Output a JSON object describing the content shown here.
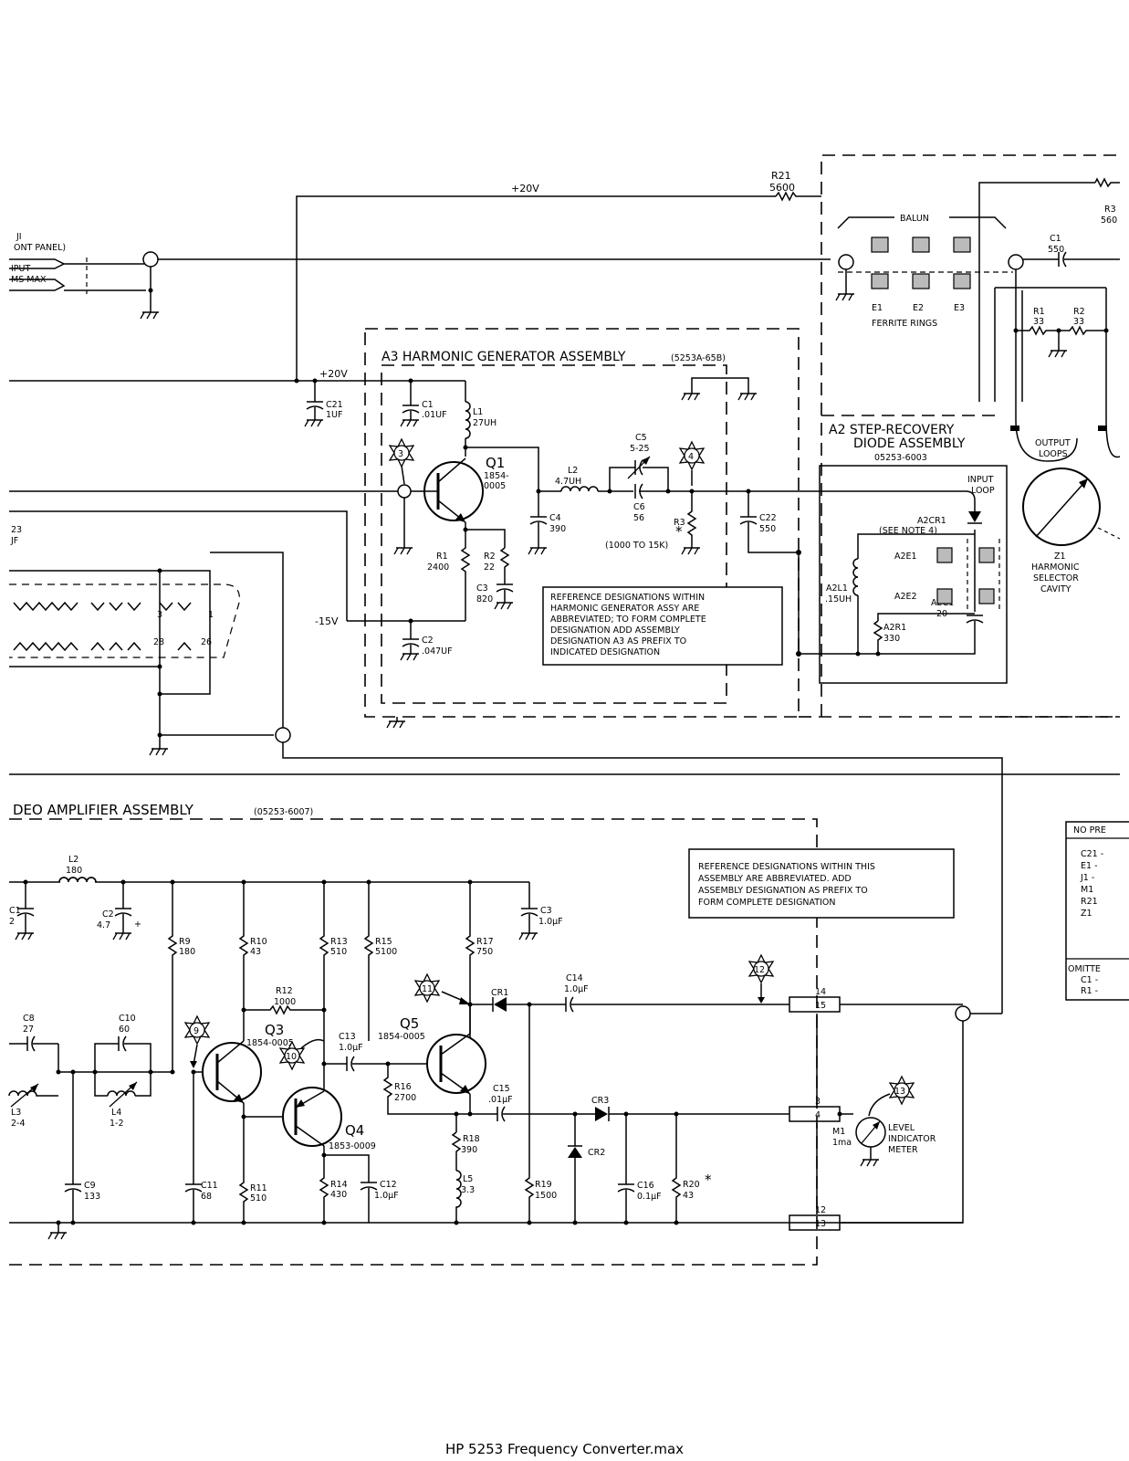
{
  "footer": "HP 5253 Frequency Converter.max",
  "top": {
    "j1": "JI",
    "front_panel": "ONT PANEL)",
    "input_a": "IPUT",
    "input_b": "MS MAX",
    "plus20v": "+20V",
    "plus20v_b": "+20V",
    "r21": "R21",
    "r21_v": "5600",
    "c21": "C21",
    "c21_v": "1UF",
    "minus15v": "-15V",
    "c23a": "23",
    "c23b": "JF",
    "pin3": "3",
    "pin1": "1",
    "pin28": "28",
    "pin26": "26"
  },
  "a3": {
    "title": "A3 HARMONIC GENERATOR ASSEMBLY",
    "part": "(5253A-65B)",
    "c1": "C1",
    "c1_v": ".01UF",
    "l1": "L1",
    "l1_v": "27UH",
    "q1": "Q1",
    "q1_p1": "1854-",
    "q1_p2": "0005",
    "r1": "R1",
    "r1_v": "2400",
    "r2": "R2",
    "r2_v": "22",
    "c3": "C3",
    "c3_v": "820",
    "c2": "C2",
    "c2_v": ".047UF",
    "l2": "L2",
    "l2_v": "4.7UH",
    "c4": "C4",
    "c4_v": "390",
    "c5": "C5",
    "c5_v": "5-25",
    "c6": "C6",
    "c6_v": "56",
    "r3": "R3",
    "r3_v": "(1000 TO 15K)",
    "c22": "C22",
    "c22_v": "550",
    "star_a": "3",
    "star_b": "4",
    "note": [
      "REFERENCE DESIGNATIONS WITHIN",
      "HARMONIC GENERATOR ASSY ARE",
      "ABBREVIATED; TO FORM COMPLETE",
      "DESIGNATION ADD ASSEMBLY",
      "DESIGNATION A3 AS PREFIX TO",
      "INDICATED DESIGNATION"
    ]
  },
  "a2": {
    "balun": "BALUN",
    "c1": "C1",
    "c1_v": "550",
    "r3": "R3",
    "r3_v": "560",
    "e1": "E1",
    "e2": "E2",
    "e3": "E3",
    "ferrite": "FERRITE RINGS",
    "r1": "R1",
    "r1_v": "33",
    "r2": "R2",
    "r2_v": "33",
    "title1": "A2 STEP-RECOVERY",
    "title2": "DIODE ASSEMBLY",
    "part": "05253-6003",
    "output_loops_a": "OUTPUT",
    "output_loops_b": "LOOPS",
    "input_loop_a": "INPUT",
    "input_loop_b": "LOOP",
    "a2cr1": "A2CR1",
    "see_note": "(SEE NOTE 4)",
    "a2e1": "A2E1",
    "a2e2": "A2E2",
    "a2l1": "A2L1",
    "a2l1_v": ".15UH",
    "a2r1": "A2R1",
    "a2r1_v": "330",
    "a2c1": "A2C1",
    "a2c1_v": "20",
    "z1": "Z1",
    "z1_a": "HARMONIC",
    "z1_b": "SELECTOR",
    "z1_c": "CAVITY"
  },
  "video": {
    "title": "DEO  AMPLIFIER  ASSEMBLY",
    "part": "(05253-6007)",
    "note": [
      "REFERENCE  DESIGNATIONS  WITHIN  THIS",
      "ASSEMBLY  ARE  ABBREVIATED.  ADD",
      "ASSEMBLY  DESIGNATION  AS  PREFIX  TO",
      "FORM  COMPLETE  DESIGNATION"
    ],
    "l2": "L2",
    "l2_v": "180",
    "c1": "C1",
    "c1_v": "2",
    "c2": "C2",
    "c2_v": "4.7",
    "c3": "C3",
    "c3_v": "1.0μF",
    "r9": "R9",
    "r9_v": "180",
    "r10": "R10",
    "r10_v": "43",
    "r13": "R13",
    "r13_v": "510",
    "r15": "R15",
    "r15_v": "5100",
    "r17": "R17",
    "r17_v": "750",
    "r12": "R12",
    "r12_v": "1000",
    "c8": "C8",
    "c8_v": "27",
    "c10": "C10",
    "c10_v": "60",
    "q3": "Q3",
    "q3_p": "1854-0005",
    "q5": "Q5",
    "q5_p": "1854-0005",
    "q4": "Q4",
    "q4_p": "1853-0009",
    "c13": "C13",
    "c13_v": "1.0μF",
    "cr1": "CR1",
    "c14": "C14",
    "c14_v": "1.0μF",
    "r16": "R16",
    "r16_v": "2700",
    "c15": "C15",
    "c15_v": ".01μF",
    "cr3": "CR3",
    "cr2": "CR2",
    "l3": "L3",
    "l3_v": "2-4",
    "l4": "L4",
    "l4_v": "1-2",
    "c9": "C9",
    "c9_v": "133",
    "c11": "C11",
    "c11_v": "68",
    "r11": "R11",
    "r11_v": "510",
    "r14": "R14",
    "r14_v": "430",
    "c12": "C12",
    "c12_v": "1.0μF",
    "r18": "R18",
    "r18_v": "390",
    "l5": "L5",
    "l5_v": "3.3",
    "r19": "R19",
    "r19_v": "1500",
    "c16": "C16",
    "c16_v": "0.1μF",
    "r20": "R20",
    "r20_v": "43",
    "pins": [
      "14",
      "15",
      "3",
      "4",
      "12",
      "13"
    ],
    "m1": "M1",
    "m1_v": "1ma",
    "meter_a": "LEVEL",
    "meter_b": "INDICATOR",
    "meter_c": "METER",
    "stars": [
      "9",
      "10",
      "11",
      "12",
      "13"
    ]
  },
  "table": {
    "head": "NO PRE",
    "rows": [
      "C21 -",
      "E1 -",
      "J1 -",
      "M1",
      "R21",
      "Z1"
    ],
    "omitted": "OMITTE",
    "omitted_rows": [
      "C1 -",
      "R1 -"
    ]
  }
}
